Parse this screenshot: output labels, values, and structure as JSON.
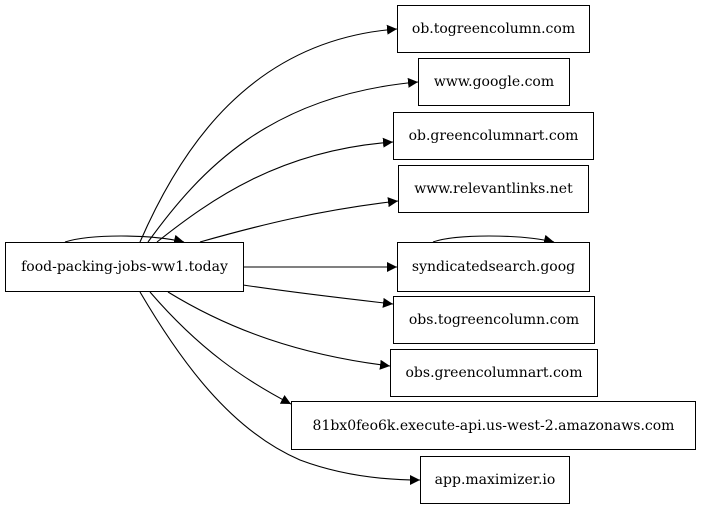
{
  "graph": {
    "source": {
      "label": "food-packing-jobs-ww1.today"
    },
    "targets": [
      {
        "label": "ob.togreencolumn.com"
      },
      {
        "label": "www.google.com"
      },
      {
        "label": "ob.greencolumnart.com"
      },
      {
        "label": "www.relevantlinks.net"
      },
      {
        "label": "syndicatedsearch.goog"
      },
      {
        "label": "obs.togreencolumn.com"
      },
      {
        "label": "obs.greencolumnart.com"
      },
      {
        "label": "81bx0feo6k.execute-api.us-west-2.amazonaws.com"
      },
      {
        "label": "app.maximizer.io"
      }
    ],
    "edges": [
      {
        "from": "food-packing-jobs-ww1.today",
        "to": "ob.togreencolumn.com"
      },
      {
        "from": "food-packing-jobs-ww1.today",
        "to": "www.google.com"
      },
      {
        "from": "food-packing-jobs-ww1.today",
        "to": "ob.greencolumnart.com"
      },
      {
        "from": "food-packing-jobs-ww1.today",
        "to": "www.relevantlinks.net"
      },
      {
        "from": "food-packing-jobs-ww1.today",
        "to": "syndicatedsearch.goog"
      },
      {
        "from": "food-packing-jobs-ww1.today",
        "to": "obs.togreencolumn.com"
      },
      {
        "from": "food-packing-jobs-ww1.today",
        "to": "obs.greencolumnart.com"
      },
      {
        "from": "food-packing-jobs-ww1.today",
        "to": "81bx0feo6k.execute-api.us-west-2.amazonaws.com"
      },
      {
        "from": "food-packing-jobs-ww1.today",
        "to": "app.maximizer.io"
      },
      {
        "from": "food-packing-jobs-ww1.today",
        "to": "food-packing-jobs-ww1.today"
      },
      {
        "from": "syndicatedsearch.goog",
        "to": "syndicatedsearch.goog"
      }
    ]
  }
}
